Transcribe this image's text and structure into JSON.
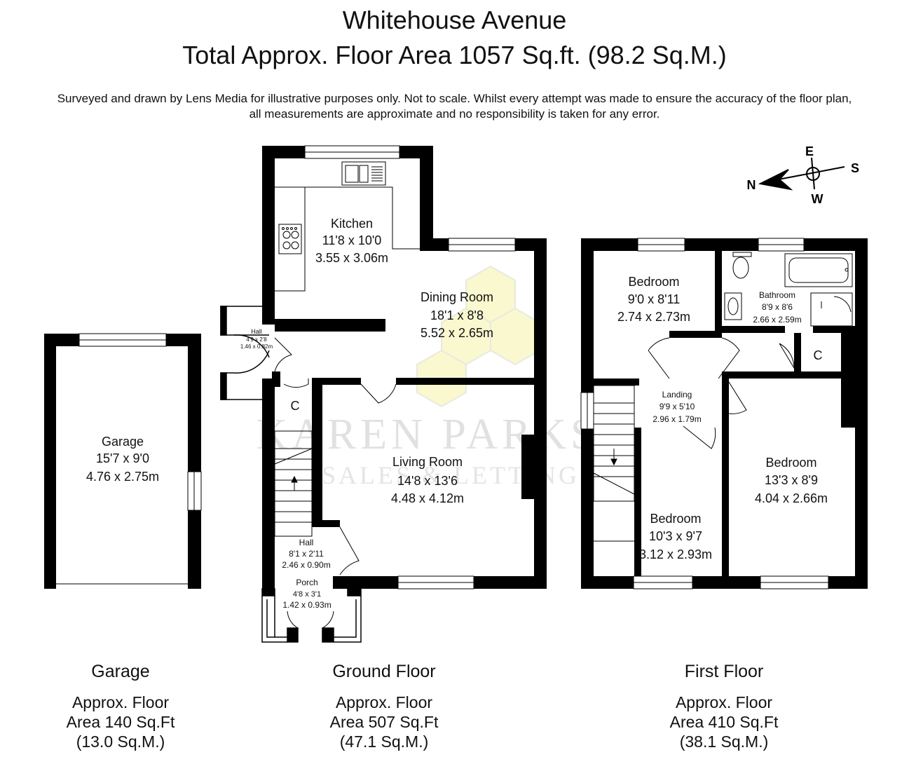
{
  "header": {
    "title": "Whitehouse Avenue",
    "subtitle": "Total Approx. Floor Area 1057 Sq.ft. (98.2 Sq.M.)",
    "disclaimer_line1": "Surveyed and drawn by Lens Media for illustrative purposes only. Not to scale. Whilst every attempt was made to ensure the accuracy of the floor plan,",
    "disclaimer_line2": "all measurements are approximate and no responsibility is taken for any error."
  },
  "compass": {
    "e": "E",
    "s": "S",
    "w": "W",
    "n": "N"
  },
  "watermark": {
    "line1": "KAREN PARKS",
    "line2": "SALES & LETTINGS"
  },
  "rooms": {
    "garage": {
      "name": "Garage",
      "imperial": "15'7 x 9'0",
      "metric": "4.76 x 2.75m"
    },
    "kitchen": {
      "name": "Kitchen",
      "imperial": "11'8 x 10'0",
      "metric": "3.55 x 3.06m"
    },
    "dining": {
      "name": "Dining Room",
      "imperial": "18'1 x 8'8",
      "metric": "5.52 x 2.65m"
    },
    "side_hall": {
      "name": "Hall",
      "imperial": "4'9 x 2'8",
      "metric": "1.46 x 0.82m"
    },
    "cupboard_ground": {
      "name": "C"
    },
    "living": {
      "name": "Living Room",
      "imperial": "14'8 x 13'6",
      "metric": "4.48 x 4.12m"
    },
    "hall": {
      "name": "Hall",
      "imperial": "8'1 x 2'11",
      "metric": "2.46 x 0.90m"
    },
    "porch": {
      "name": "Porch",
      "imperial": "4'8 x 3'1",
      "metric": "1.42 x 0.93m"
    },
    "bedroom1": {
      "name": "Bedroom",
      "imperial": "9'0 x 8'11",
      "metric": "2.74 x 2.73m"
    },
    "bathroom": {
      "name": "Bathroom",
      "imperial": "8'9 x 8'6",
      "metric": "2.66 x 2.59m"
    },
    "cupboard_first": {
      "name": "C"
    },
    "landing": {
      "name": "Landing",
      "imperial": "9'9 x 5'10",
      "metric": "2.96 x 1.79m"
    },
    "bedroom2": {
      "name": "Bedroom",
      "imperial": "13'3 x 8'9",
      "metric": "4.04 x 2.66m"
    },
    "bedroom3": {
      "name": "Bedroom",
      "imperial": "10'3 x 9'7",
      "metric": "3.12 x 2.93m"
    }
  },
  "floors": {
    "garage": {
      "name": "Garage",
      "line1": "Approx. Floor",
      "line2": "Area 140 Sq.Ft",
      "line3": "(13.0 Sq.M.)"
    },
    "ground": {
      "name": "Ground Floor",
      "line1": "Approx. Floor",
      "line2": "Area 507 Sq.Ft",
      "line3": "(47.1 Sq.M.)"
    },
    "first": {
      "name": "First Floor",
      "line1": "Approx. Floor",
      "line2": "Area 410 Sq.Ft",
      "line3": "(38.1 Sq.M.)"
    }
  }
}
